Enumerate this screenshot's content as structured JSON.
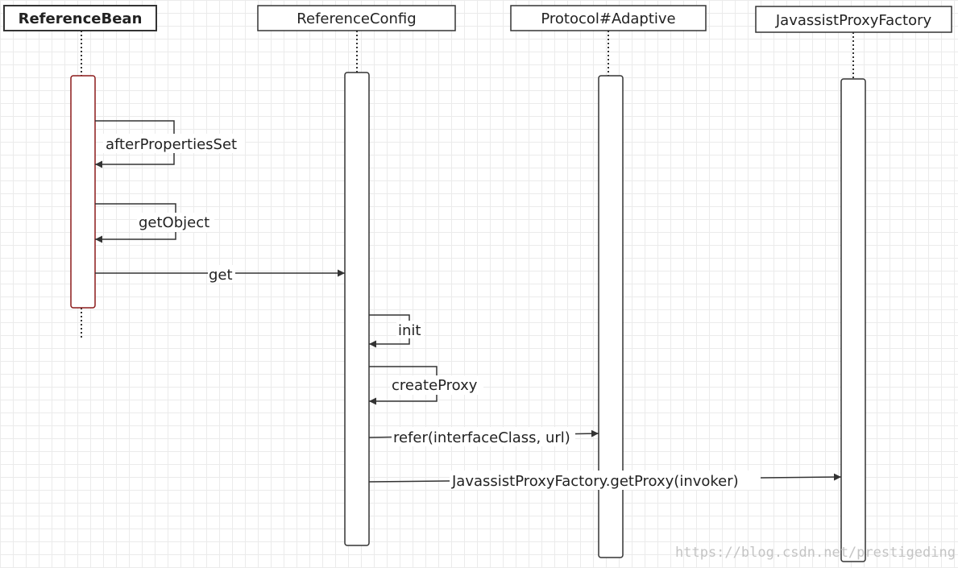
{
  "participants": [
    {
      "id": "rb",
      "label": "ReferenceBean",
      "bold": true
    },
    {
      "id": "rc",
      "label": "ReferenceConfig",
      "bold": false
    },
    {
      "id": "pa",
      "label": "Protocol#Adaptive",
      "bold": false
    },
    {
      "id": "jp",
      "label": "JavassistProxyFactory",
      "bold": false
    }
  ],
  "messages": [
    {
      "id": "m1",
      "label": "afterPropertiesSet",
      "from": "rb",
      "to": "rb"
    },
    {
      "id": "m2",
      "label": "getObject",
      "from": "rb",
      "to": "rb"
    },
    {
      "id": "m3",
      "label": "get",
      "from": "rb",
      "to": "rc"
    },
    {
      "id": "m4",
      "label": "init",
      "from": "rc",
      "to": "rc"
    },
    {
      "id": "m5",
      "label": "createProxy",
      "from": "rc",
      "to": "rc"
    },
    {
      "id": "m6",
      "label": "refer(interfaceClass, url)",
      "from": "rc",
      "to": "pa"
    },
    {
      "id": "m7",
      "label": "JavassistProxyFactory.getProxy(invoker)",
      "from": "rc",
      "to": "jp"
    }
  ],
  "watermark": "https://blog.csdn.net/prestigeding",
  "colors": {
    "line": "#333333",
    "activation_highlight": "#8b1a1a",
    "watermark": "#c4c4c4"
  }
}
